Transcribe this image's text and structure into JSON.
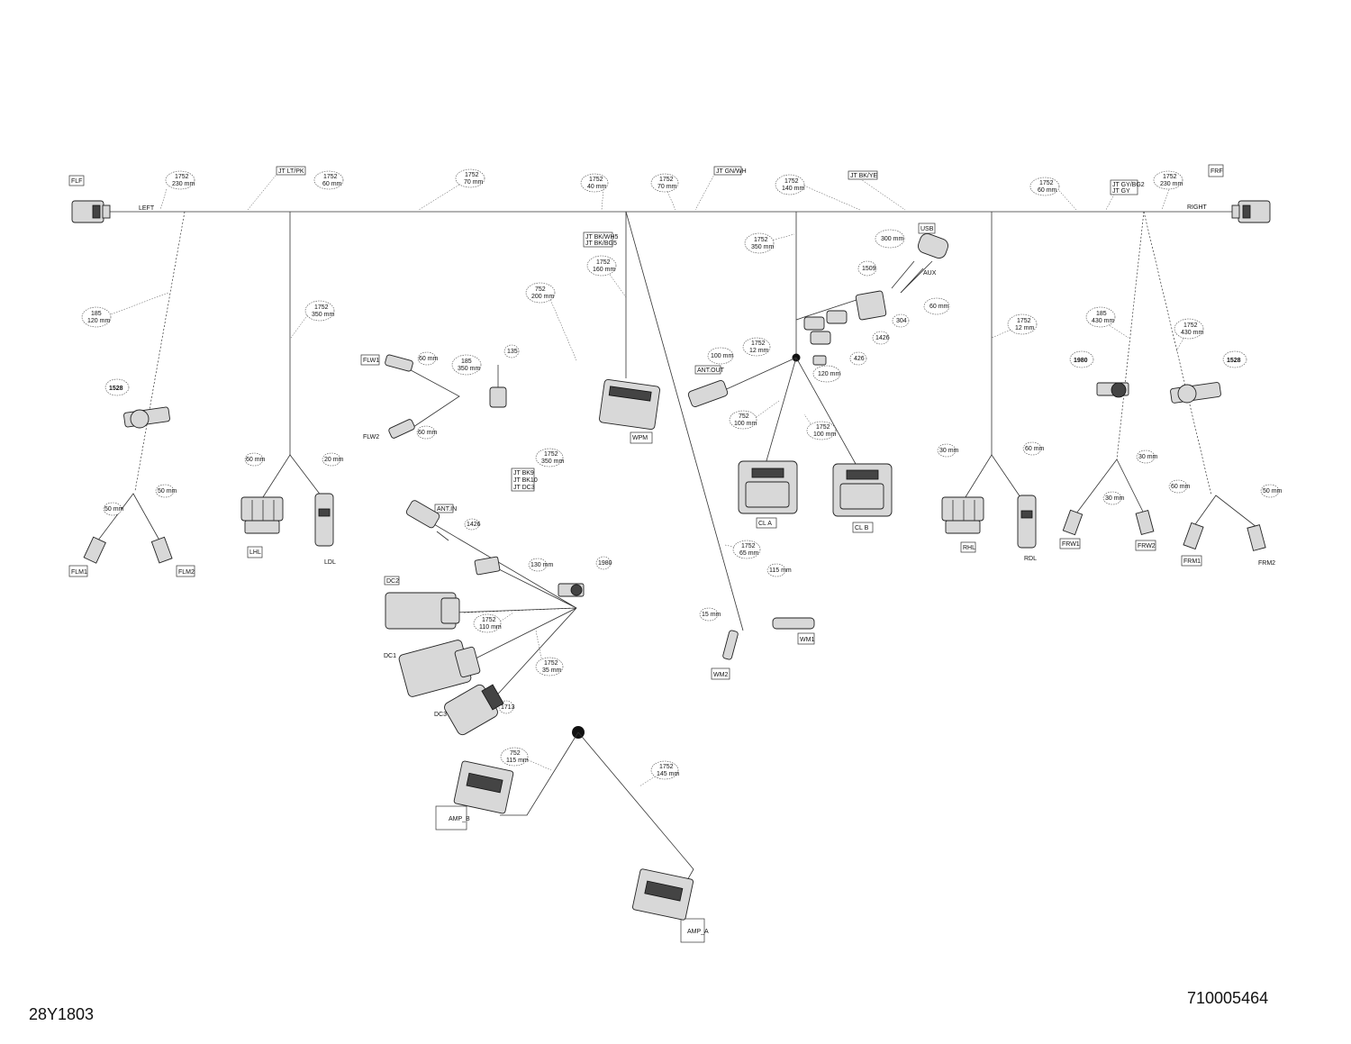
{
  "drawing": {
    "part_number": "710005464",
    "page_code": "28Y1803"
  },
  "connectors": {
    "flf": "FLF",
    "frf": "FRF",
    "flw1": "FLW1",
    "flw2": "FLW2",
    "lhl": "LHL",
    "ldl": "LDL",
    "flm1": "FLM1",
    "flm2": "FLM2",
    "wpm": "WPM",
    "usb": "USB",
    "aux": "AUX",
    "cla": "CL A",
    "clb": "CL B",
    "rhl": "RHL",
    "rdl": "RDL",
    "frw1": "FRW1",
    "frw2": "FRW2",
    "frm1": "FRM1",
    "frm2": "FRM2",
    "dc1": "DC1",
    "dc2": "DC2",
    "dc3": "DC3",
    "wm1": "WM1",
    "wm2": "WM2",
    "amp_b": "AMP_B",
    "amp_a": "AMP_A",
    "antenna": "ANT.IN",
    "antout": "ANT.OUT",
    "left": "LEFT",
    "right": "RIGHT"
  },
  "ids": {
    "n1528_l": "1528",
    "n1528_r": "1528",
    "n1980": "1980"
  },
  "bubbles": {
    "b1": "1752\n230 mm",
    "b2": "1752\n60 mm",
    "b3": "1752\n70 mm",
    "b4": "1752\n40 mm",
    "b5": "1752\n70 mm",
    "b6": "1752\n140 mm",
    "b7": "1752\n60 mm",
    "b8": "1752\n230 mm",
    "b9": "185\n120 mm",
    "b10": "1752\n350 mm",
    "b11": "1752\n160 mm",
    "b12": "752\n200 mm",
    "b13": "1752\n350 mm",
    "b14": "1752\n12 mm",
    "b15": "185\n430 mm",
    "b16": "1752\n430 mm"
  },
  "splices": {
    "s1": "JT LT/PK",
    "s2": "JT GN/WH",
    "s3": "JT BK/YE",
    "s4": "JT GY/BG2\nJT GY",
    "s5": "JT BK/WH5\nJT BK/BG5"
  }
}
